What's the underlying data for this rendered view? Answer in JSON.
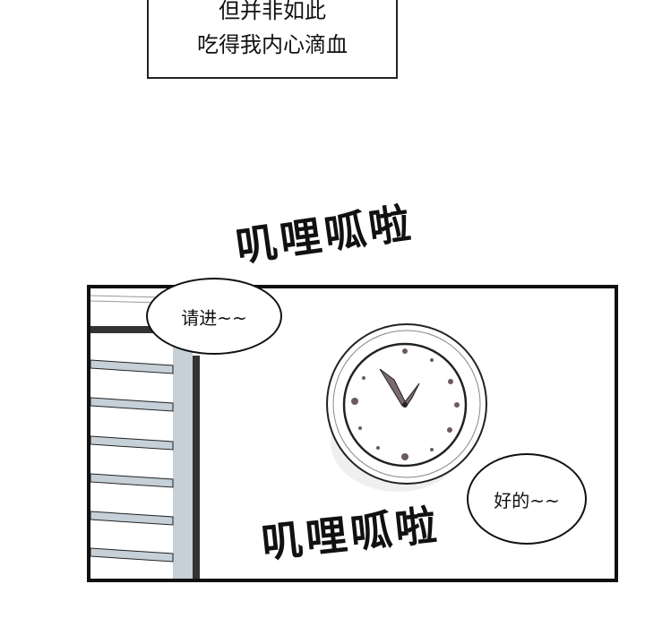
{
  "caption": {
    "lines": [
      "但并非如此",
      "吃得我内心滴血"
    ]
  },
  "sound_effects": [
    "叽哩呱啦",
    "叽哩呱啦"
  ],
  "bubbles": {
    "first": "请进~~",
    "second": "好的~~"
  },
  "colors": {
    "ink": "#111111",
    "window_frame": "#c5d0d8",
    "clock_shadow": "#ededed"
  }
}
